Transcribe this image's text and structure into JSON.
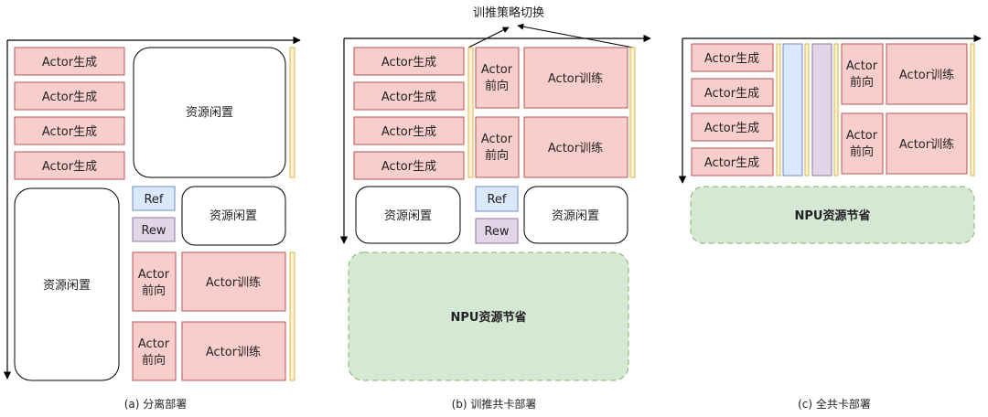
{
  "panels": {
    "a": {
      "caption": "(a) 分离部署",
      "gen_labels": [
        "Actor生成",
        "Actor生成",
        "Actor生成",
        "Actor生成"
      ],
      "idle_top": "资源闲置",
      "idle_left": "资源闲置",
      "idle_mid": "资源闲置",
      "ref": "Ref",
      "rew": "Rew",
      "fwd_labels": [
        [
          "Actor",
          "前向"
        ],
        [
          "Actor",
          "前向"
        ]
      ],
      "train_labels": [
        "Actor训练",
        "Actor训练"
      ]
    },
    "b": {
      "caption": "(b) 训推共卡部署",
      "switch_label": "训推策略切换",
      "gen_labels": [
        "Actor生成",
        "Actor生成",
        "Actor生成",
        "Actor生成"
      ],
      "fwd_labels": [
        [
          "Actor",
          "前向"
        ],
        [
          "Actor",
          "前向"
        ]
      ],
      "train_labels": [
        "Actor训练",
        "Actor训练"
      ],
      "idle_left": "资源闲置",
      "ref": "Ref",
      "rew": "Rew",
      "idle_right": "资源闲置",
      "npu_saving": "NPU资源节省"
    },
    "c": {
      "caption": "(c) 全共卡部署",
      "gen_labels": [
        "Actor生成",
        "Actor生成",
        "Actor生成",
        "Actor生成"
      ],
      "fwd_labels": [
        [
          "Actor",
          "前向"
        ],
        [
          "Actor",
          "前向"
        ]
      ],
      "train_labels": [
        "Actor训练",
        "Actor训练"
      ],
      "npu_saving": "NPU资源节省"
    }
  },
  "colors": {
    "actor_fill": "#f8cecc",
    "actor_stroke": "#b85450",
    "ref_fill": "#dae8fc",
    "ref_stroke": "#6c8ebf",
    "rew_fill": "#e1d5e7",
    "rew_stroke": "#9673a6",
    "npu_fill": "#d5e8d4",
    "npu_stroke": "#82b366",
    "bar_fill": "#fff2cc",
    "bar_stroke": "#d6b656"
  }
}
